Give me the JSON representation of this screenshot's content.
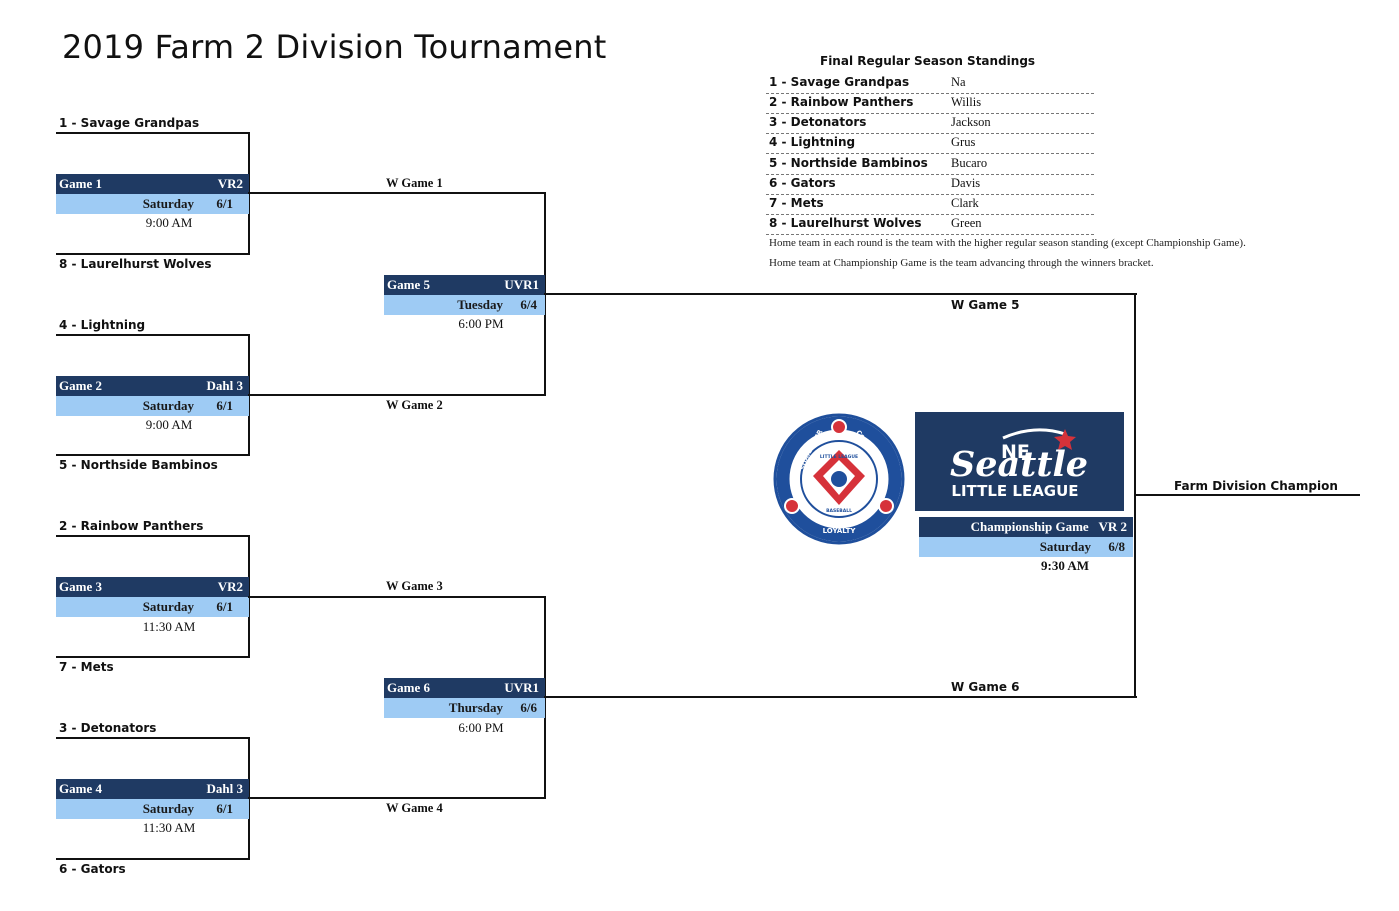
{
  "title": "2019 Farm 2 Division Tournament",
  "standings": {
    "title": "Final Regular Season Standings",
    "rows": [
      {
        "team": "1 - Savage Grandpas",
        "manager": "Na"
      },
      {
        "team": "2 - Rainbow Panthers",
        "manager": "Willis"
      },
      {
        "team": "3 - Detonators",
        "manager": "Jackson"
      },
      {
        "team": "4 - Lightning",
        "manager": "Grus"
      },
      {
        "team": "5 - Northside Bambinos",
        "manager": "Bucaro"
      },
      {
        "team": "6 - Gators",
        "manager": "Davis"
      },
      {
        "team": "7 - Mets",
        "manager": "Clark"
      },
      {
        "team": "8 - Laurelhurst Wolves",
        "manager": "Green"
      }
    ],
    "note1": "Home team in each round  is the team with the higher regular season standing (except Championship Game).",
    "note2": "Home team at Championship Game is the team advancing through the winners bracket."
  },
  "round1": [
    {
      "top_team": "1 - Savage Grandpas",
      "bottom_team": "8 - Laurelhurst Wolves",
      "game": "Game 1",
      "field": "VR2",
      "day": "Saturday",
      "date": "6/1",
      "time": "9:00 AM",
      "winner_label": "W Game 1"
    },
    {
      "top_team": "4 - Lightning",
      "bottom_team": "5 - Northside Bambinos",
      "game": "Game 2",
      "field": "Dahl 3",
      "day": "Saturday",
      "date": "6/1",
      "time": "9:00 AM",
      "winner_label": "W Game 2"
    },
    {
      "top_team": "2 - Rainbow Panthers",
      "bottom_team": "7 - Mets",
      "game": "Game 3",
      "field": "VR2",
      "day": "Saturday",
      "date": "6/1",
      "time": "11:30 AM",
      "winner_label": "W Game 3"
    },
    {
      "top_team": "3 - Detonators",
      "bottom_team": "6 - Gators",
      "game": "Game 4",
      "field": "Dahl 3",
      "day": "Saturday",
      "date": "6/1",
      "time": "11:30 AM",
      "winner_label": "W Game 4"
    }
  ],
  "round2": [
    {
      "game": "Game 5",
      "field": "UVR1",
      "day": "Tuesday",
      "date": "6/4",
      "time": "6:00 PM",
      "winner_label": "W Game 5"
    },
    {
      "game": "Game 6",
      "field": "UVR1",
      "day": "Thursday",
      "date": "6/6",
      "time": "6:00 PM",
      "winner_label": "W Game 6"
    }
  ],
  "championship": {
    "game": "Championship Game",
    "field": "VR 2",
    "day": "Saturday",
    "date": "6/8",
    "time": "9:30 AM",
    "champion_label": "Farm Division Champion"
  },
  "logos": {
    "ne_top": "NE",
    "ne_script": "Seattle",
    "ne_bottom": "LITTLE LEAGUE",
    "ll_words": [
      "CHARACTER",
      "COURAGE",
      "LOYALTY"
    ],
    "ll_inner": "LITTLE LEAGUE",
    "ll_inner2": "BASEBALL"
  },
  "colors": {
    "navy": "#1f3a63",
    "light_blue": "#9ecbf4",
    "star_red": "#d6323a"
  }
}
